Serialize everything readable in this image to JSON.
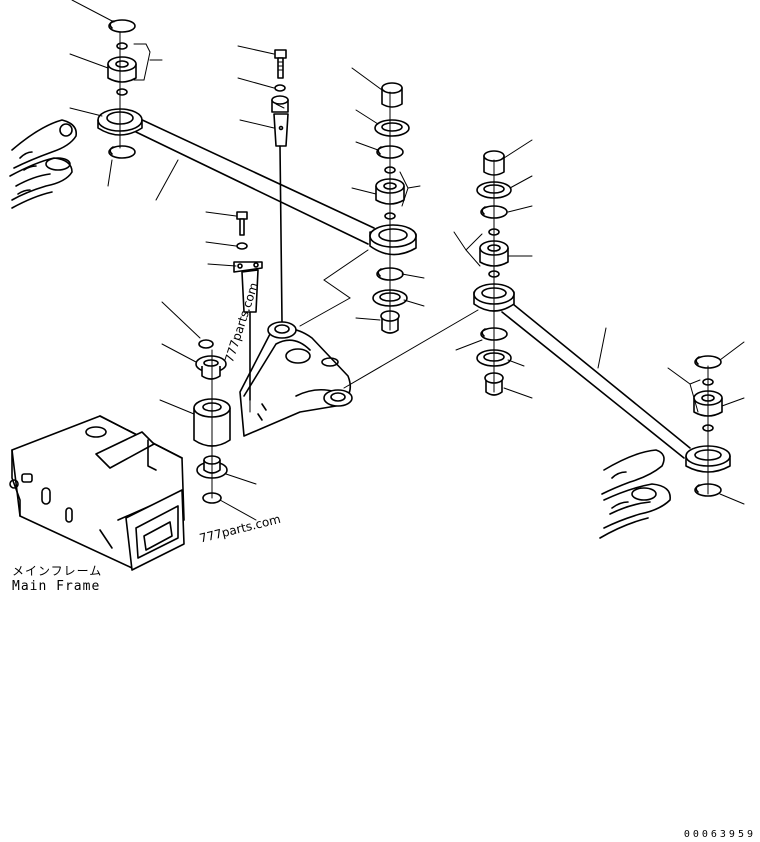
{
  "diagram": {
    "frame_label_japanese": "メインフレーム",
    "frame_label_english": "Main Frame",
    "watermark_text": "777parts.com",
    "drawing_number": "00063959"
  },
  "colors": {
    "line": "#000000",
    "background": "#ffffff"
  }
}
